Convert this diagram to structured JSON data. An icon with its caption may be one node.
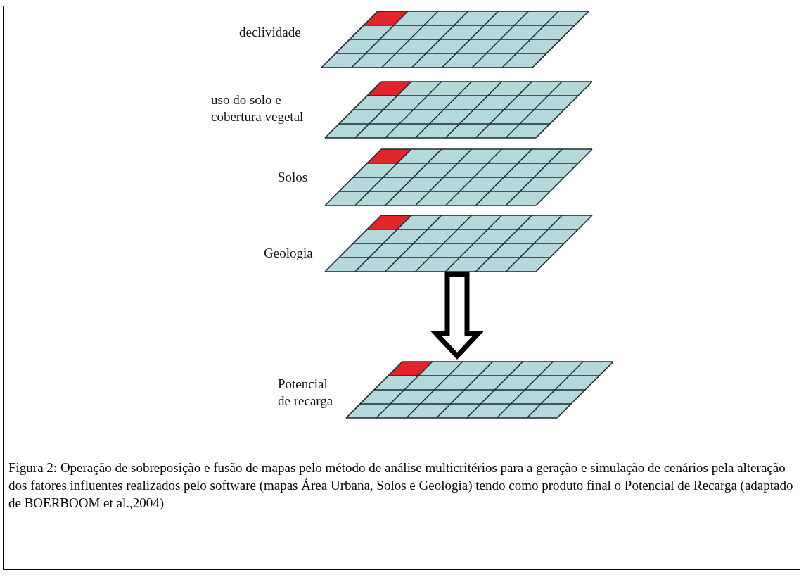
{
  "diagram": {
    "caption": "Figura 2: Operação de sobreposição e fusão de mapas pelo método de análise multicritérios para a geração e simulação de cenários pela alteração dos fatores influentes realizados pelo software (mapas Área Urbana, Solos e Geologia) tendo como produto final o Potencial de Recarga (adaptado de BOERBOOM et al.,2004)",
    "nodes": [
      {
        "text": [
          "declividade"
        ]
      },
      {
        "text": [
          "uso do solo e cobertura vegetal"
        ]
      },
      {
        "text": [
          "Solos"
        ]
      },
      {
        "text": [
          "Geologia"
        ]
      },
      {
        "text": [
          "Potencial de recarga"
        ]
      }
    ],
    "edges": [
      {
        "from": 3,
        "to": 4,
        "arrow": "to",
        "style": "thick"
      }
    ]
  }
}
